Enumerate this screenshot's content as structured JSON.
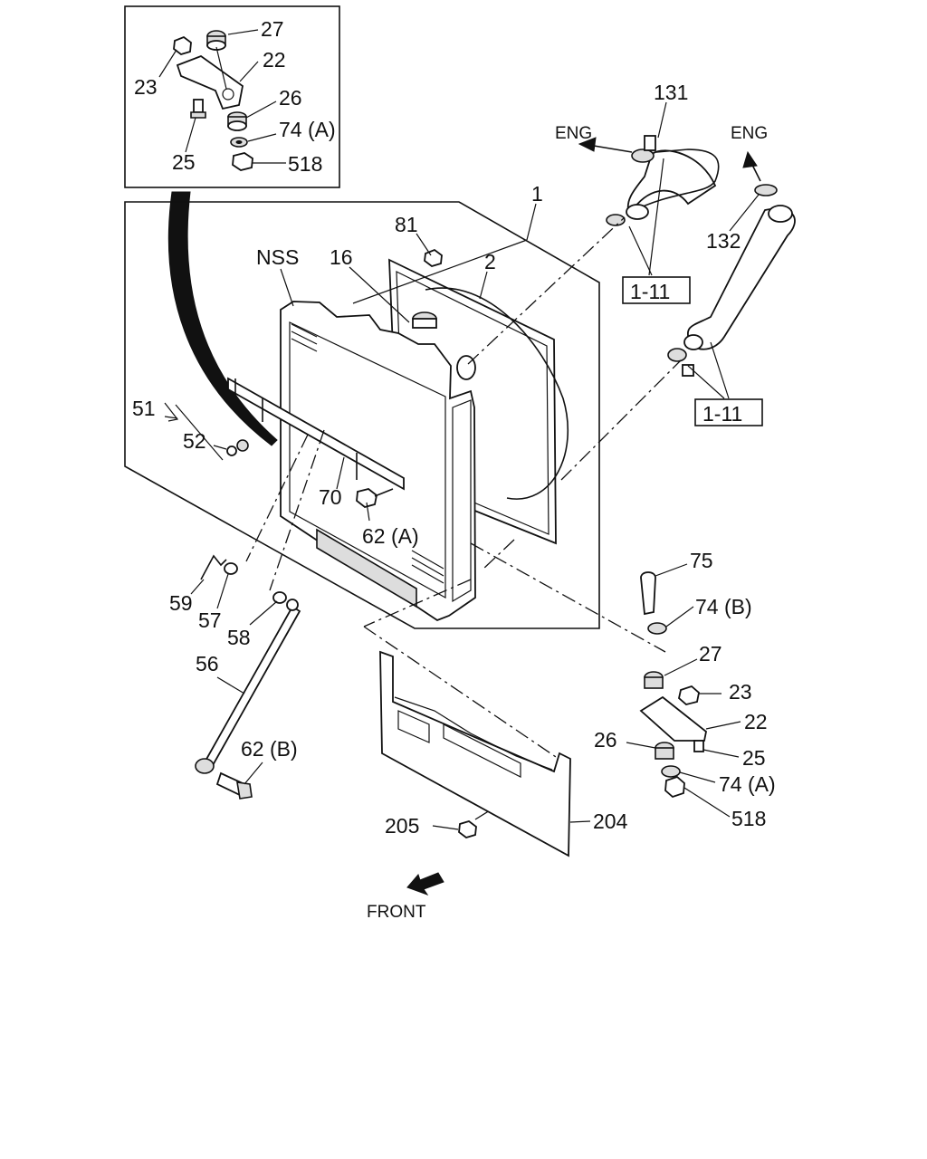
{
  "direction_labels": {
    "eng_left": "ENG",
    "eng_right": "ENG",
    "front": "FRONT"
  },
  "ref_boxes": {
    "ref_upper": "1-11",
    "ref_lower": "1-11"
  },
  "callouts": {
    "inset": {
      "c27": "27",
      "c22": "22",
      "c23": "23",
      "c26": "26",
      "c74a": "74 (A)",
      "c25": "25",
      "c518": "518"
    },
    "main": {
      "c131": "131",
      "c132": "132",
      "c1": "1",
      "c81": "81",
      "c2": "2",
      "c16": "16",
      "c nss": "NSS",
      "c51": "51",
      "c52": "52",
      "c70": "70",
      "c62a": "62 (A)",
      "c59": "59",
      "c57": "57",
      "c58": "58",
      "c56": "56",
      "c62b": "62 (B)",
      "c75": "75",
      "c74b": "74 (B)",
      "c27": "27",
      "c23": "23",
      "c22": "22",
      "c26": "26",
      "c25": "25",
      "c74a": "74 (A)",
      "c518": "518",
      "c205": "205",
      "c204": "204"
    }
  },
  "icons": {
    "front_arrow": "arrow-left-down-icon",
    "eng_arrow": "arrow-icon"
  }
}
